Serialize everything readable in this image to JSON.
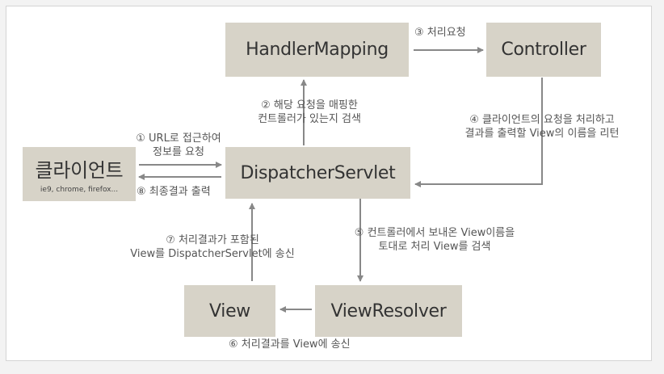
{
  "nodes": {
    "handler_mapping": "HandlerMapping",
    "controller": "Controller",
    "client": "클라이언트",
    "client_sub": "ie9, chrome, firefox...",
    "dispatcher": "DispatcherServlet",
    "view": "View",
    "view_resolver": "ViewResolver"
  },
  "steps": {
    "s1_line1": "① URL로 접근하여",
    "s1_line2": "정보를 요청",
    "s2_line1": "② 해당 요청을 매핑한",
    "s2_line2": "컨트롤러가 있는지 검색",
    "s3": "③ 처리요청",
    "s4_line1": "④ 클라이언트의 요청을 처리하고",
    "s4_line2": "결과를 출력할 View의 이름을 리턴",
    "s5_line1": "⑤ 컨트롤러에서 보내온 View이름을",
    "s5_line2": "토대로 처리 View를 검색",
    "s6": "⑥ 처리결과를 View에 송신",
    "s7_line1": "⑦ 처리결과가 포함된",
    "s7_line2": "View를 DispatcherServlet에 송신",
    "s8": "⑧ 최종결과 출력"
  },
  "colors": {
    "node_fill": "#d7d3c8",
    "arrow": "#888888",
    "text": "#555555"
  }
}
